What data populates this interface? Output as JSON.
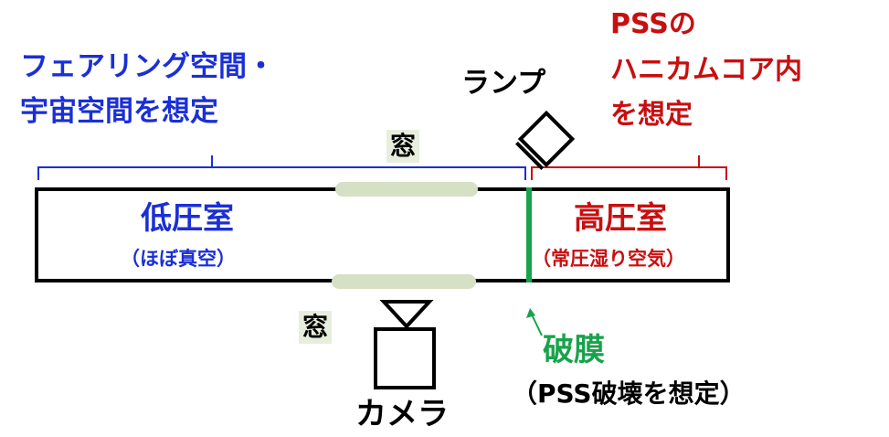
{
  "left_region": {
    "label_line1": "フェアリング空間・",
    "label_line2": "宇宙空間を想定"
  },
  "right_region": {
    "label_line1": "PSSの",
    "label_line2": "ハニカムコア内",
    "label_line3": "を想定"
  },
  "lamp": {
    "label": "ランプ"
  },
  "window_top": {
    "label": "窓"
  },
  "window_bottom": {
    "label": "窓"
  },
  "low_pressure_chamber": {
    "title": "低圧室",
    "subtitle": "（ほぼ真空）"
  },
  "high_pressure_chamber": {
    "title": "高圧室",
    "subtitle": "（常圧湿り空気）"
  },
  "membrane": {
    "label": "破膜",
    "note": "（PSS破壊を想定）"
  },
  "camera": {
    "label": "カメラ"
  },
  "colors": {
    "blue": "#1a2fd6",
    "red": "#c80f0f",
    "green": "#17a34a",
    "window": "#d6e0c4"
  }
}
